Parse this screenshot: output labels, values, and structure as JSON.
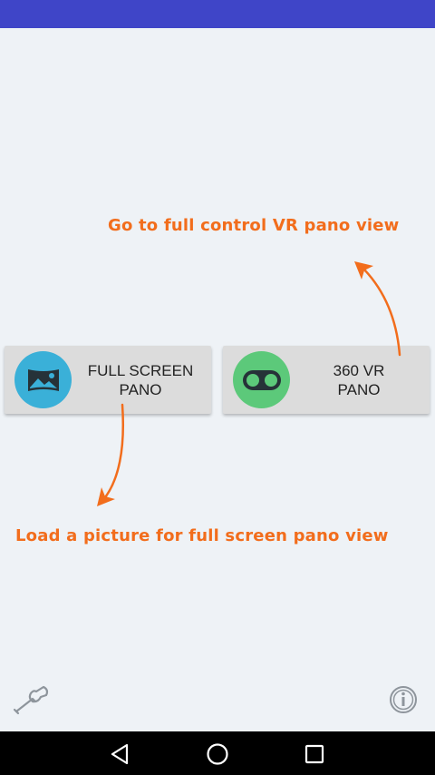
{
  "hints": {
    "top": "Go to full control VR pano view",
    "bottom": "Load a picture for full screen pano view"
  },
  "buttons": {
    "full_screen": {
      "line1": "FULL SCREEN",
      "line2": "PANO",
      "icon": "landscape-image-icon"
    },
    "vr": {
      "line1": "360 VR",
      "line2": "PANO",
      "icon": "vr-goggles-icon"
    }
  },
  "toolbar": {
    "settings_icon": "wrench-icon",
    "info_icon": "info-icon"
  },
  "nav": {
    "back_icon": "back-triangle-icon",
    "home_icon": "home-circle-icon",
    "recent_icon": "recent-square-icon"
  },
  "colors": {
    "status_bar": "#3f45c8",
    "background": "#eef2f6",
    "accent_orange": "#f26d1c",
    "pano_button_circle": "#3ab0d8",
    "vr_button_circle": "#5cc97a"
  }
}
